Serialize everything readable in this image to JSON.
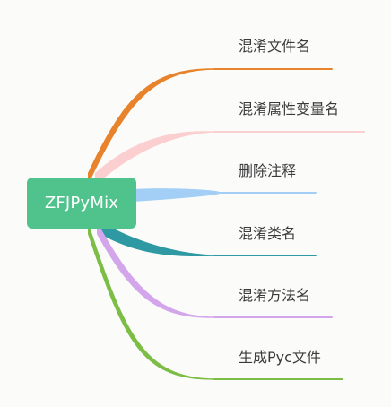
{
  "mindmap": {
    "root": {
      "label": "ZFJPyMix"
    },
    "branches": [
      {
        "label": "混淆文件名",
        "color": "#e8822b"
      },
      {
        "label": "混淆属性变量名",
        "color": "#fbcfd0"
      },
      {
        "label": "删除注释",
        "color": "#a3cff7"
      },
      {
        "label": "混淆类名",
        "color": "#2e98a3"
      },
      {
        "label": "混淆方法名",
        "color": "#d3a6eb"
      },
      {
        "label": "生成Pyc文件",
        "color": "#7cbd45"
      }
    ]
  }
}
